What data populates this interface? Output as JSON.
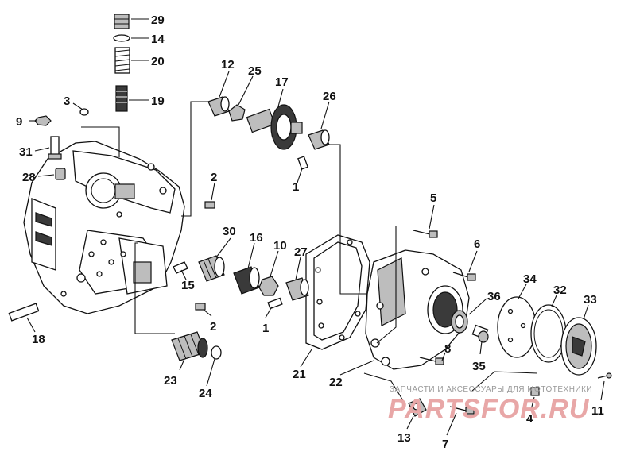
{
  "callouts": {
    "c29": "29",
    "c14": "14",
    "c20": "20",
    "c19": "19",
    "c3": "3",
    "c9": "9",
    "c31": "31",
    "c28": "28",
    "c12": "12",
    "c25": "25",
    "c17": "17",
    "c26": "26",
    "c2a": "2",
    "c1a": "1",
    "c5": "5",
    "c6": "6",
    "c30": "30",
    "c16": "16",
    "c10": "10",
    "c27": "27",
    "c15": "15",
    "c2b": "2",
    "c1b": "1",
    "c36": "36",
    "c34": "34",
    "c32": "32",
    "c33": "33",
    "c8": "8",
    "c35": "35",
    "c18": "18",
    "c21": "21",
    "c22": "22",
    "c23": "23",
    "c24": "24",
    "c4": "4",
    "c11": "11",
    "c13": "13",
    "c7": "7"
  },
  "watermark": {
    "caption": "ЗАПЧАСТИ И АКСЕССУАРЫ ДЛЯ МОТОТЕХНИКИ",
    "brand": "PARTSFOR.RU"
  }
}
